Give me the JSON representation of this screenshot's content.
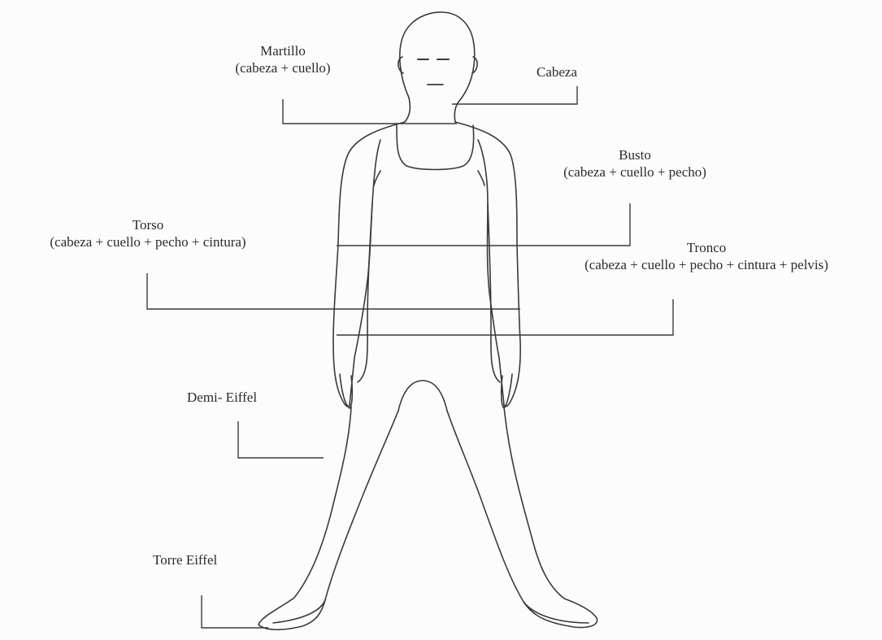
{
  "diagram": {
    "labels": {
      "martillo": {
        "name": "Martillo",
        "detail": "(cabeza + cuello)"
      },
      "cabeza": {
        "name": "Cabeza"
      },
      "busto": {
        "name": "Busto",
        "detail": "(cabeza + cuello + pecho)"
      },
      "torso": {
        "name": "Torso",
        "detail": "(cabeza + cuello + pecho + cintura)"
      },
      "tronco": {
        "name": "Tronco",
        "detail": "(cabeza + cuello + pecho + cintura + pelvis)"
      },
      "demi_eiffel": {
        "name": "Demi- Eiffel"
      },
      "torre_eiffel": {
        "name": "Torre Eiffel"
      }
    },
    "colors": {
      "line": "#3a3a3a",
      "background": "#fcfcfc"
    }
  }
}
